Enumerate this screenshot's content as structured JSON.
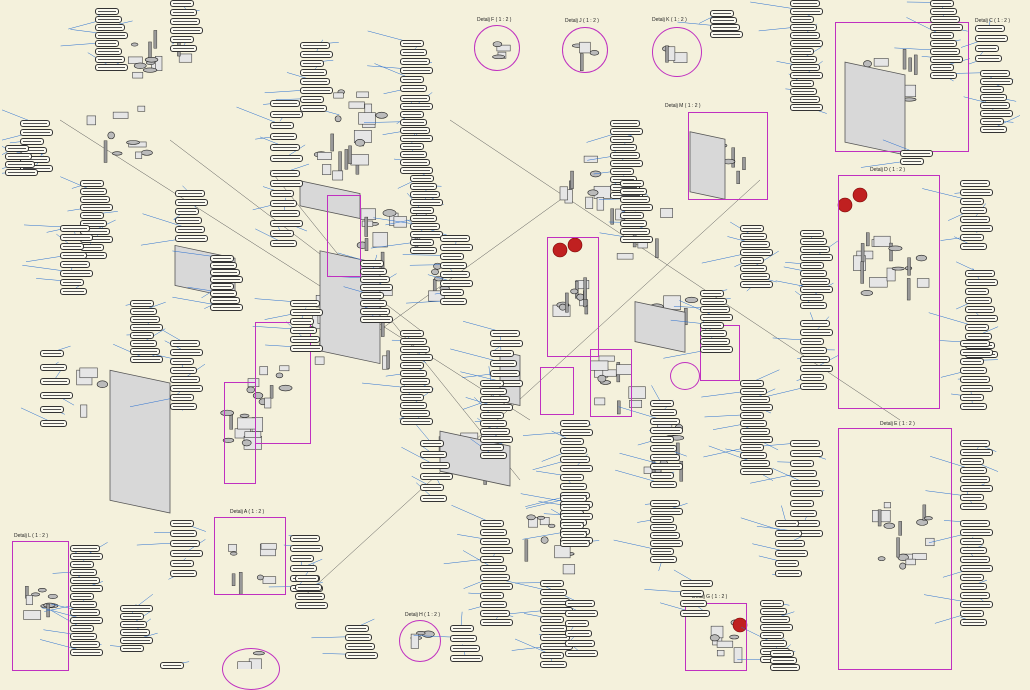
{
  "drawing": {
    "title": "Exploded assembly drawing",
    "colors": {
      "background": "#f4f1dc",
      "frame": "#c030c0",
      "leader": "#2a6fd0",
      "part_fill": "#e6e6e6",
      "part_stroke": "#444444",
      "highlight": "#c02020"
    },
    "details": [
      {
        "label": "Detalj C ( 1 : 2 )"
      },
      {
        "label": "Detalj D ( 1 : 2 )"
      },
      {
        "label": "Detalj E ( 1 : 2 )"
      },
      {
        "label": "Detalj F ( 1 : 2 )"
      },
      {
        "label": "Detalj J ( 1 : 2 )"
      },
      {
        "label": "Detalj K ( 1 : 2 )"
      },
      {
        "label": "Detalj M ( 1 : 2 )"
      },
      {
        "label": "Detalj A ( 1 : 2 )"
      },
      {
        "label": "Detalj L ( 1 : 2 )"
      },
      {
        "label": "Detalj G ( 1 : 2 )"
      },
      {
        "label": "Detalj H ( 1 : 2 )"
      }
    ]
  }
}
